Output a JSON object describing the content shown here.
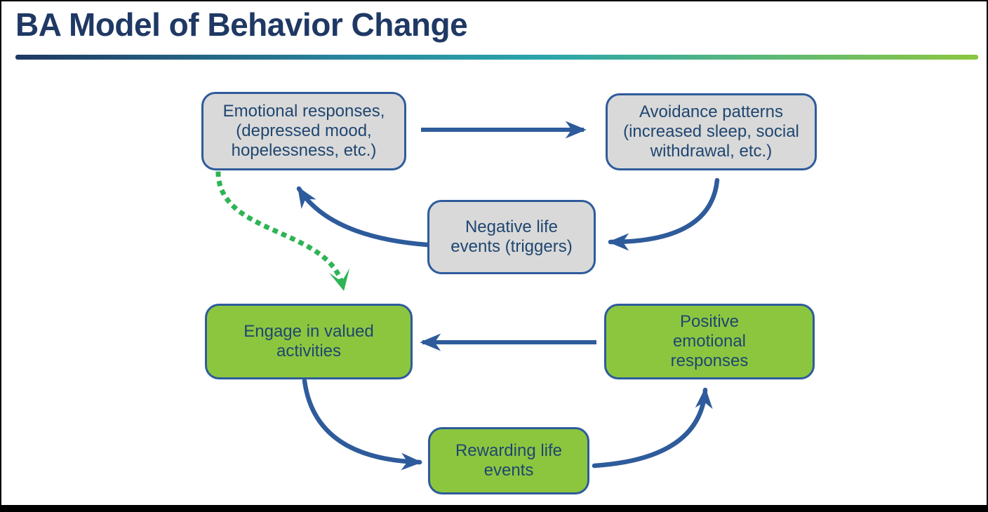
{
  "title": "BA Model of Behavior Change",
  "colors": {
    "title_text": "#1F3864",
    "divider_gradient": [
      "#1F3864",
      "#2AA5AB",
      "#8CC63F"
    ],
    "box_border": "#2E5B9B",
    "box_text": "#1F4670",
    "gray_box_fill": "#D9D9D9",
    "green_box_fill": "#8CC63F",
    "arrow_blue": "#2E5B9B",
    "arrow_green_dotted": "#2EB454",
    "frame": "#000000"
  },
  "nodes": {
    "emotional": {
      "label": "Emotional responses,\n(depressed mood,\nhopelessness, etc.)",
      "fill": "gray"
    },
    "avoidance": {
      "label": "Avoidance patterns\n(increased sleep, social\nwithdrawal, etc.)",
      "fill": "gray"
    },
    "negative": {
      "label": "Negative life\nevents (triggers)",
      "fill": "gray"
    },
    "engage": {
      "label": "Engage in valued\nactivities",
      "fill": "green"
    },
    "positive": {
      "label": "Positive\nemotional\nresponses",
      "fill": "green"
    },
    "rewarding": {
      "label": "Rewarding life\nevents",
      "fill": "green"
    }
  },
  "edges": [
    {
      "from": "emotional",
      "to": "avoidance",
      "style": "solid-blue",
      "shape": "straight-right"
    },
    {
      "from": "avoidance",
      "to": "negative",
      "style": "solid-blue",
      "shape": "curve-down-left"
    },
    {
      "from": "negative",
      "to": "emotional",
      "style": "solid-blue",
      "shape": "curve-up-left"
    },
    {
      "from": "emotional",
      "to": "engage",
      "style": "dotted-green",
      "shape": "s-curve-down"
    },
    {
      "from": "positive",
      "to": "engage",
      "style": "solid-blue",
      "shape": "straight-left"
    },
    {
      "from": "engage",
      "to": "rewarding",
      "style": "solid-blue",
      "shape": "curve-down-right"
    },
    {
      "from": "rewarding",
      "to": "positive",
      "style": "solid-blue",
      "shape": "curve-up-right"
    }
  ]
}
